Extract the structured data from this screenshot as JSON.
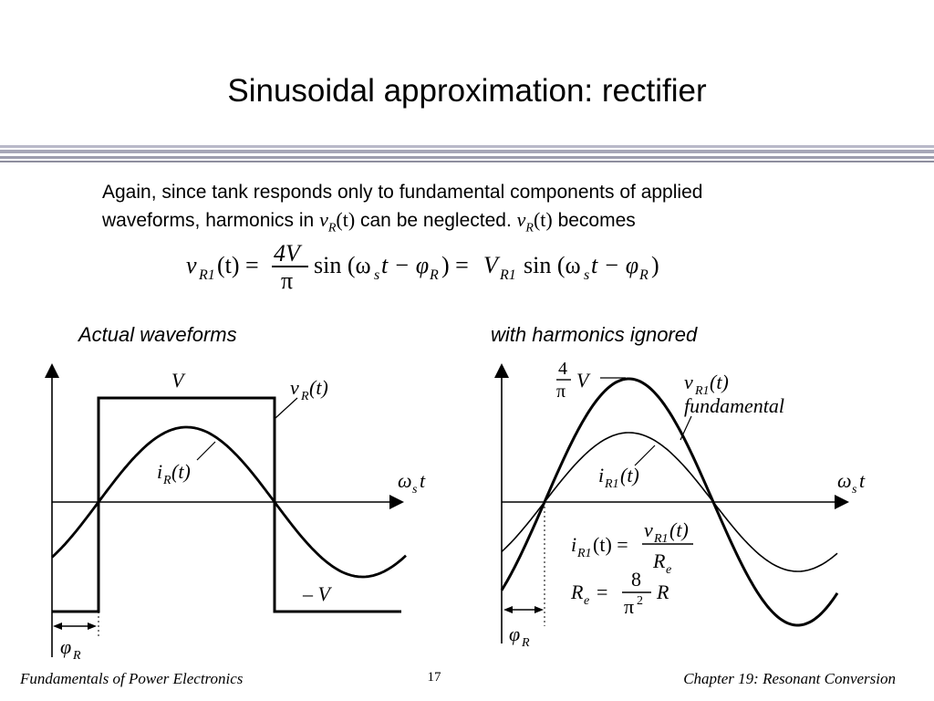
{
  "slide": {
    "title": "Sinusoidal approximation: rectifier",
    "intro_line1": "Again, since tank responds only to fundamental components of applied",
    "intro_line2_pre": "waveforms, harmonics in ",
    "intro_line2_mid": " can be neglected. ",
    "intro_line2_post": " becomes",
    "var_v": "v",
    "var_sub": "R",
    "var_arg": "(t)"
  },
  "equation": {
    "lhs_v": "v",
    "lhs_sub": "R1",
    "lhs_arg": "(t) =",
    "frac_num": "4V",
    "frac_den": "π",
    "sin_term1": "sin (ω",
    "omega_sub": "s",
    "t_phi": "t − φ",
    "phi_sub": "R",
    "close_eq": ") =",
    "rhs_V": "V",
    "rhs_sub": "R1",
    "sin_term2": "sin (ω",
    "close": ")"
  },
  "left_diagram": {
    "caption": "Actual waveforms",
    "label_V": "V",
    "label_minusV": "– V",
    "label_vR": "v",
    "label_vR_sub": "R",
    "label_vR_arg": "(t)",
    "label_iR": "i",
    "label_iR_sub": "R",
    "label_iR_arg": "(t)",
    "label_axis": "ω",
    "label_axis_sub": "s",
    "label_axis_t": "t",
    "label_phi": "φ",
    "label_phi_sub": "R"
  },
  "right_diagram": {
    "caption": "with harmonics ignored",
    "label_4": "4",
    "label_pi": "π",
    "label_V": "V",
    "label_vR1": "v",
    "label_vR1_sub": "R1",
    "label_vR1_arg": "(t)",
    "label_fundamental": "fundamental",
    "label_iR1": "i",
    "label_iR1_sub": "R1",
    "label_iR1_arg": "(t)",
    "label_axis": "ω",
    "label_axis_sub": "s",
    "label_axis_t": "t",
    "eq1_lhs_i": "i",
    "eq1_lhs_sub": "R1",
    "eq1_lhs_arg": "(t) =",
    "eq1_num_v": "v",
    "eq1_num_sub": "R1",
    "eq1_num_arg": "(t)",
    "eq1_den_R": "R",
    "eq1_den_sub": "e",
    "eq2_lhs_R": "R",
    "eq2_lhs_sub": "e",
    "eq2_eq": "=",
    "eq2_num": "8",
    "eq2_den": "π",
    "eq2_den_sup": "2",
    "eq2_R": "R",
    "label_phi": "φ",
    "label_phi_sub": "R"
  },
  "footer": {
    "left": "Fundamentals of Power Electronics",
    "page": "17",
    "right": "Chapter 19:  Resonant Conversion"
  }
}
